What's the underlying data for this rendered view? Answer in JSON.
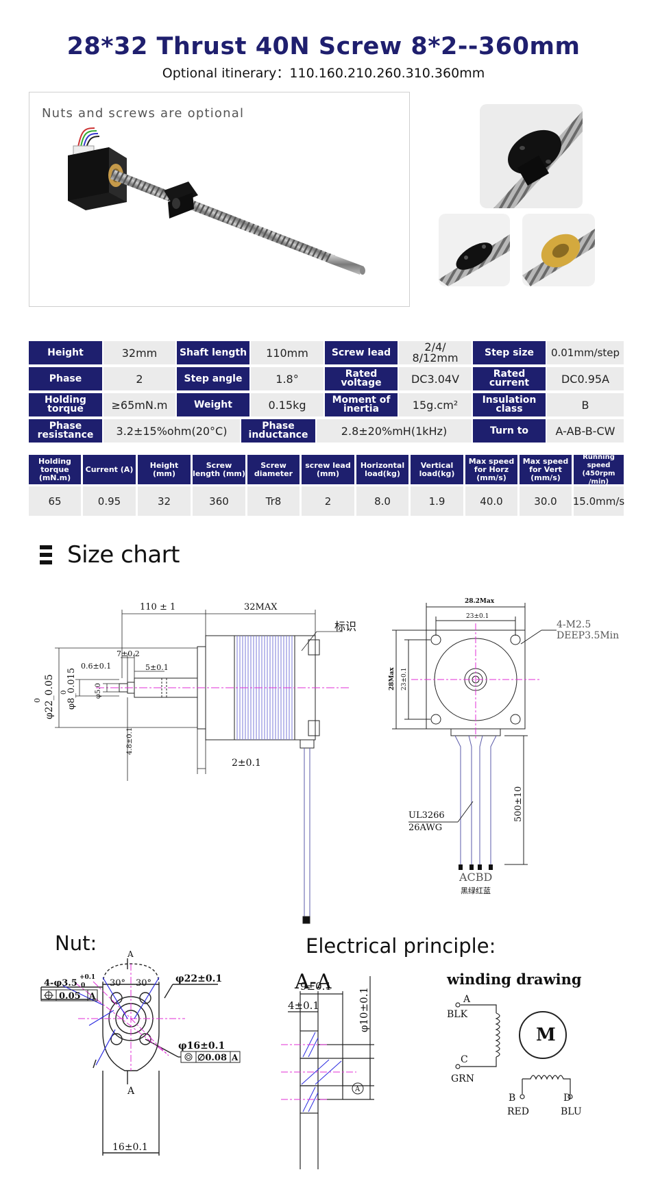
{
  "header": {
    "title": "28*32 Thrust 40N Screw 8*2--360mm",
    "subtitle": "Optional itinerary：110.160.210.260.310.360mm"
  },
  "photo": {
    "note": "Nuts and screws are optional"
  },
  "spec_table": {
    "rows": [
      [
        {
          "h": "Height",
          "v": "32mm"
        },
        {
          "h": "Shaft length",
          "v": "110mm"
        },
        {
          "h": "Screw lead",
          "v": "2/4/\n8/12mm"
        },
        {
          "h": "Step size",
          "v": "0.01mm/step"
        }
      ],
      [
        {
          "h": "Phase",
          "v": "2"
        },
        {
          "h": "Step angle",
          "v": "1.8°"
        },
        {
          "h": "Rated voltage",
          "v": "DC3.04V"
        },
        {
          "h": "Rated current",
          "v": "DC0.95A"
        }
      ],
      [
        {
          "h": "Holding torque",
          "v": "≥65mN.m"
        },
        {
          "h": "Weight",
          "v": "0.15kg"
        },
        {
          "h": "Moment of inertia",
          "v": "15g.cm²"
        },
        {
          "h": "Insulation class",
          "v": "B"
        }
      ],
      [
        {
          "h": "Phase resistance",
          "v": "3.2±15%ohm(20°C)"
        },
        {
          "h": "Phase inductance",
          "v": "2.8±20%mH(1kHz)"
        },
        {
          "h": "Turn to",
          "v": "A-AB-B-CW"
        }
      ]
    ]
  },
  "perf_table": {
    "headers": [
      "Holding torque (mN.m)",
      "Current (A)",
      "Height (mm)",
      "Screw length (mm)",
      "Screw diameter",
      "screw lead (mm)",
      "Horizontal load(kg)",
      "Vertical load(kg)",
      "Max speed for Horz (mm/s)",
      "Max speed for Vert (mm/s)",
      "Running speed (450rpm /min)"
    ],
    "values": [
      "65",
      "0.95",
      "32",
      "360",
      "Tr8",
      "2",
      "8.0",
      "1.9",
      "40.0",
      "30.0",
      "15.0mm/s"
    ]
  },
  "size_chart": {
    "title": "Size chart",
    "dims": {
      "shaft_len": "110 ± 1",
      "body_len": "32MAX",
      "mark": "标识",
      "d1": "7±0.2",
      "d2": "0.6±0.1",
      "d3": "5±0.1",
      "phi22": "φ22_0.05",
      "phi22_top": "0",
      "phi8": "φ8_0.015",
      "phi8_top": "0",
      "phi5": "φ5.0",
      "d4": "4.8±0.1",
      "d5": "2±0.1",
      "w_max": "28.2Max",
      "w_hole": "23±0.1",
      "holes": "4-M2.5",
      "depth": "DEEP3.5Min",
      "h_max": "28Max",
      "h_hole": "23±0.1",
      "wire_len": "500±10",
      "wire_type": "UL3266",
      "wire_awg": "26AWG",
      "wire_order": "ACBD",
      "wire_colors": "黑绿红蓝"
    }
  },
  "nut": {
    "title": "Nut:",
    "holes": "4-φ3.5",
    "tol_hi": "+0.1",
    "tol_lo": "0",
    "gdt1_val": "0.05",
    "gdt1_ref": "A",
    "phi22": "φ22±0.1",
    "ang1": "30°",
    "ang2": "30°",
    "sec_a": "A",
    "phi16": "φ16±0.1",
    "gdt2_val": "∅0.08",
    "gdt2_ref": "A",
    "w16": "16±0.1"
  },
  "electrical": {
    "title": "Electrical principle:",
    "section": "A-A",
    "d9": "9±0.1",
    "d4": "4±0.1",
    "phi10": "φ10±0.1",
    "datum": "A",
    "winding_title": "winding drawing",
    "motor": "M",
    "A": "A",
    "BLK": "BLK",
    "C": "C",
    "GRN": "GRN",
    "B": "B",
    "RED": "RED",
    "D": "D",
    "BLU": "BLU"
  }
}
